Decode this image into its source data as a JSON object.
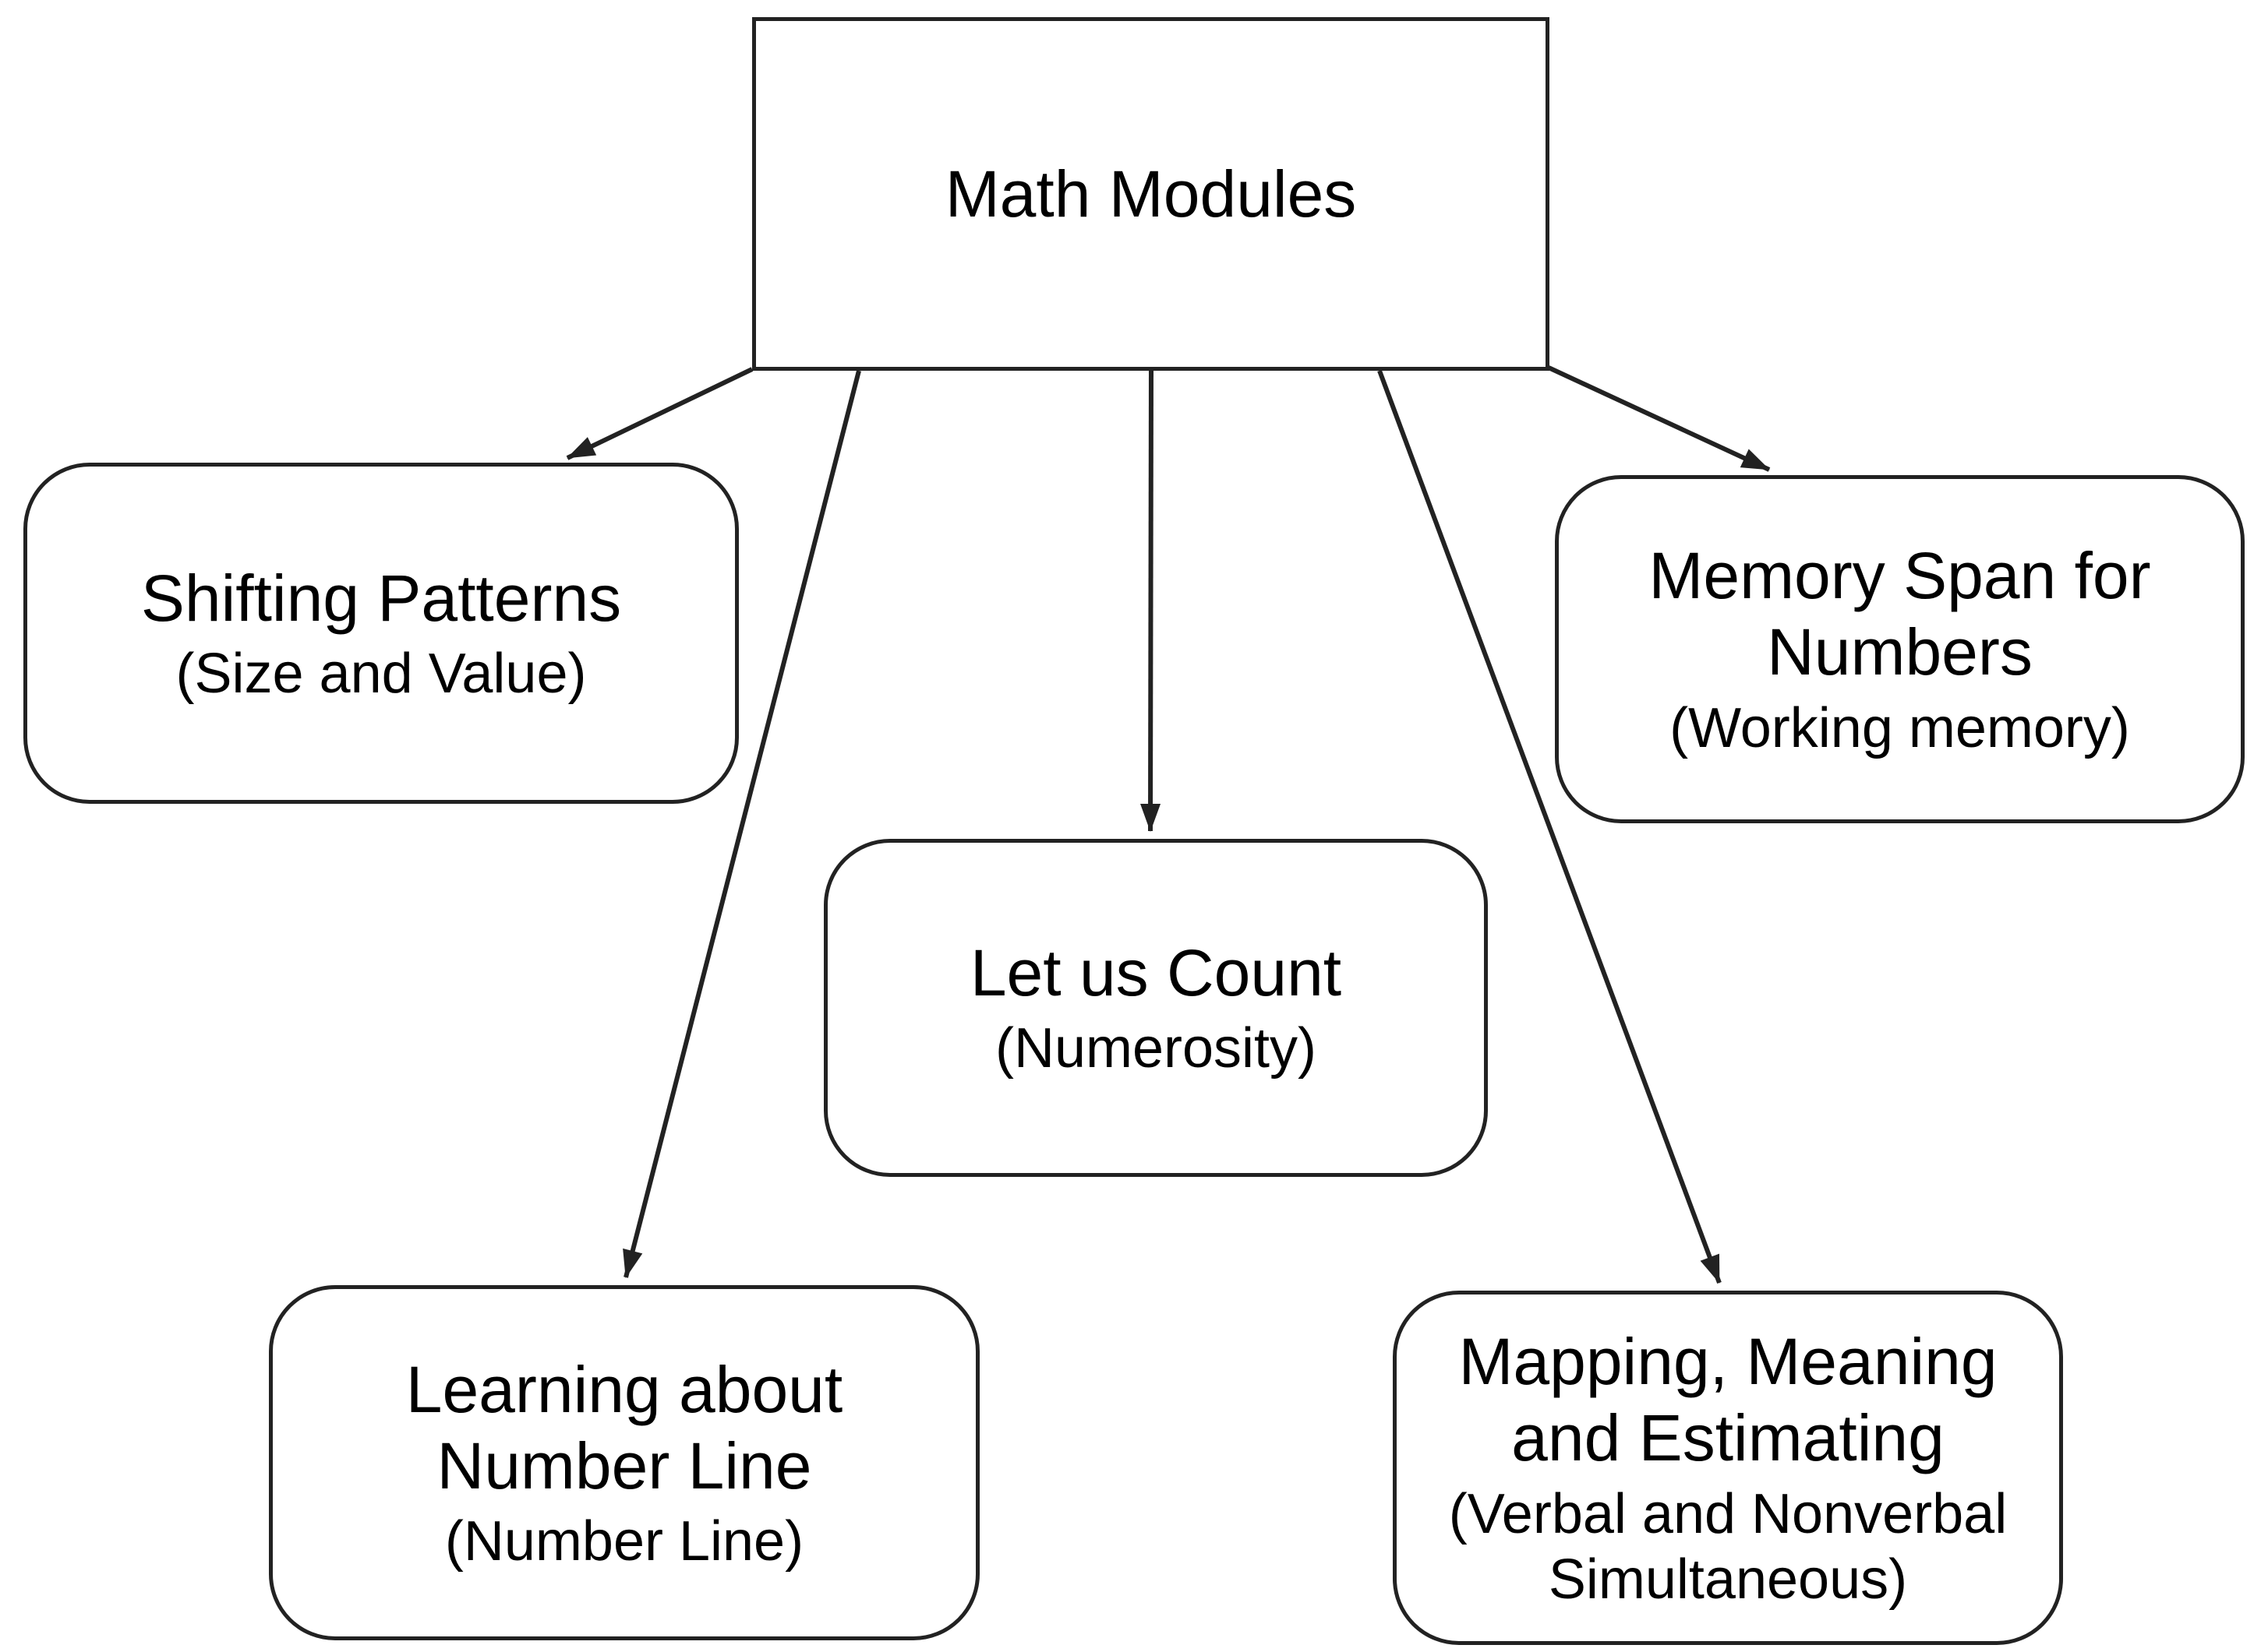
{
  "diagram": {
    "root": {
      "title": "Math Modules"
    },
    "nodes": [
      {
        "id": "shifting-patterns",
        "title": "Shifting Patterns",
        "subtitle": "(Size and Value)"
      },
      {
        "id": "memory-span-for-numbers",
        "title": "Memory Span for\nNumbers",
        "subtitle": "(Working memory)"
      },
      {
        "id": "let-us-count",
        "title": "Let us Count",
        "subtitle": "(Numerosity)"
      },
      {
        "id": "learning-about-number-line",
        "title": "Learning about\nNumber Line",
        "subtitle": "(Number Line)"
      },
      {
        "id": "mapping-meaning-estimating",
        "title": "Mapping, Meaning\nand Estimating",
        "subtitle": "(Verbal and Nonverbal\nSimultaneous)"
      }
    ],
    "colors": {
      "stroke": "#222222",
      "background": "#ffffff",
      "text": "#000000"
    }
  }
}
